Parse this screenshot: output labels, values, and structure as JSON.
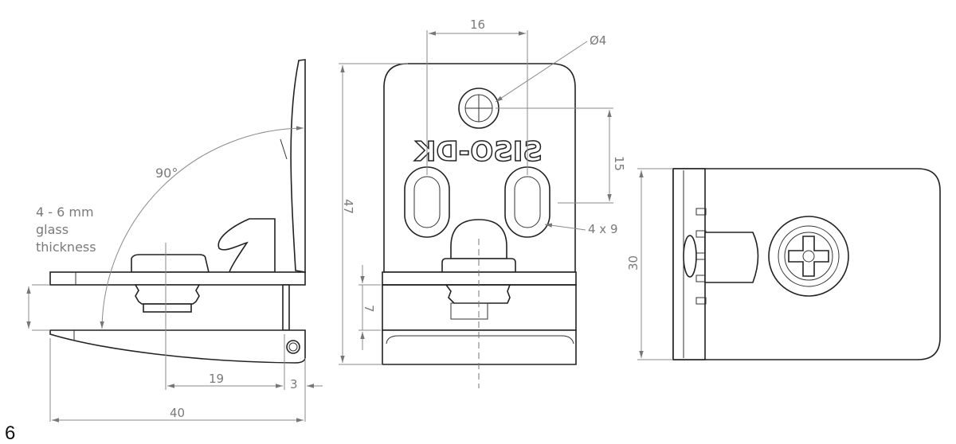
{
  "figure_number": "6",
  "side_view": {
    "angle_label": "90°",
    "glass_note": [
      "4 - 6 mm",
      "glass",
      "thickness"
    ],
    "dim_19": "19",
    "dim_3": "3",
    "dim_40": "40"
  },
  "front_view": {
    "dim_16": "16",
    "dim_hole": "Ø4",
    "dim_15": "15",
    "dim_47": "47",
    "dim_7": "7",
    "dim_slot": "4 x 9",
    "logo_text": "SISO-DK"
  },
  "top_view": {
    "dim_30": "30"
  }
}
